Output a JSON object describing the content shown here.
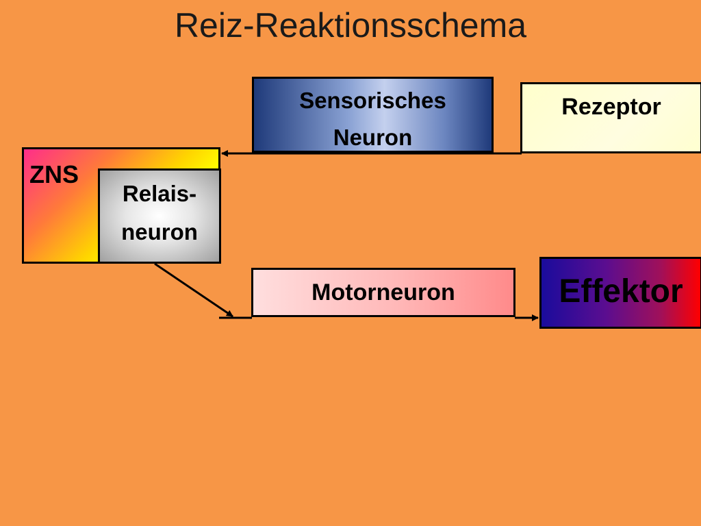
{
  "title": "Reiz-Reaktionsschema",
  "boxes": {
    "rezeptor": "Rezeptor",
    "sensorisches_neuron_line1": "Sensorisches",
    "sensorisches_neuron_line2": "Neuron",
    "zns": "ZNS",
    "relaisneuron_line1": "Relais-",
    "relaisneuron_line2": "neuron",
    "motorneuron": "Motorneuron",
    "effektor": "Effektor"
  },
  "colors": {
    "background": "#F79646",
    "sensorisches_neuron": "#1f3a7a",
    "motorneuron": "#ff8a8a",
    "effektor_start": "#1a0c9c",
    "effektor_end": "#ff0000",
    "zns_start": "#ff2d8a",
    "zns_end": "#66cc22",
    "rezeptor": "#ffffcc",
    "relaisneuron": "#a0a0a0"
  },
  "connections": [
    {
      "from": "rezeptor",
      "to": "zns",
      "via": "sensorisches_neuron"
    },
    {
      "from": "relaisneuron",
      "to": "motorneuron"
    },
    {
      "from": "motorneuron",
      "to": "effektor"
    }
  ]
}
